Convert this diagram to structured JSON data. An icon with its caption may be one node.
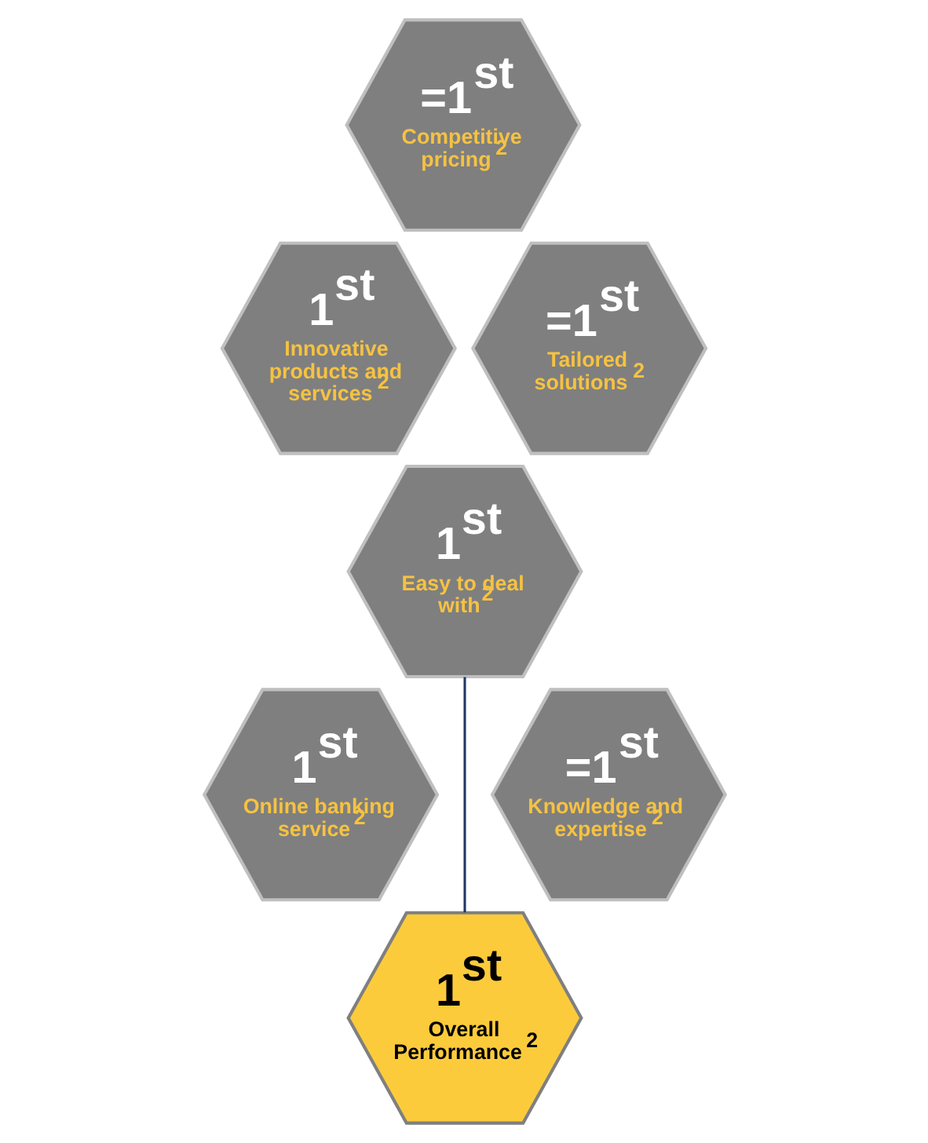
{
  "diagram": {
    "nodes": [
      {
        "text": [
          "=1$^{st}$",
          "Competitive pricing$^{2}$"
        ]
      },
      {
        "text": [
          "1$^{st}$",
          "Innovative products and services$^{2}$"
        ]
      },
      {
        "text": [
          "=1$^{st}$",
          "Tailored solutions$^{2}$"
        ]
      },
      {
        "text": [
          "1$^{st}$",
          "Easy to deal with$^{2}$"
        ]
      },
      {
        "text": [
          "1$^{st}$",
          "Online banking service$^{2}$"
        ]
      },
      {
        "text": [
          "=1$^{st}$",
          "Knowledge and expertise$^{2}$"
        ]
      },
      {
        "text": [
          "1$^{st}$",
          "Overall Performance$^{2}$"
        ]
      }
    ],
    "edges": [
      {
        "from": 3,
        "to": 6,
        "arrow": "none"
      }
    ]
  }
}
